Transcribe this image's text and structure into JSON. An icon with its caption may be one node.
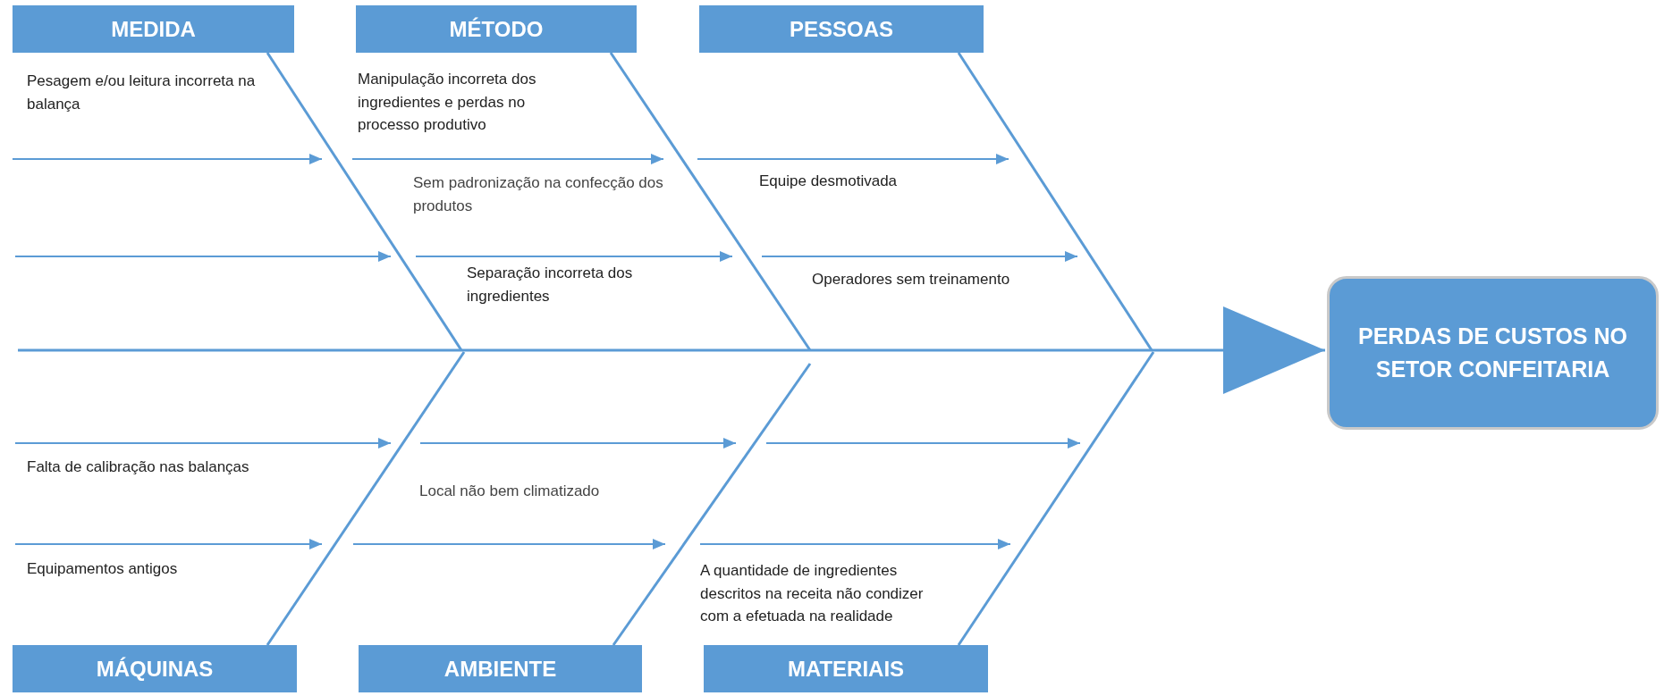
{
  "diagram": {
    "nodes": [
      {
        "text": [
          "MEDIDA"
        ]
      },
      {
        "text": [
          "MÉTODO"
        ]
      },
      {
        "text": [
          "PESSOAS"
        ]
      },
      {
        "text": [
          "MÁQUINAS"
        ]
      },
      {
        "text": [
          "AMBIENTE"
        ]
      },
      {
        "text": [
          "MATERIAIS"
        ]
      },
      {
        "text": [
          "PERDAS DE CUSTOS NO SETOR CONFEITARIA"
        ]
      }
    ],
    "edges": [
      {
        "from": 0,
        "to": null,
        "arrow": "none"
      },
      {
        "from": 1,
        "to": null,
        "arrow": "none"
      },
      {
        "from": 2,
        "to": null,
        "arrow": "none"
      },
      {
        "from": 3,
        "to": null,
        "arrow": "none"
      },
      {
        "from": 4,
        "to": null,
        "arrow": "none"
      },
      {
        "from": 5,
        "to": null,
        "arrow": "none"
      },
      {
        "from": null,
        "to": 6,
        "arrow": "to"
      }
    ],
    "labels": [
      "Pesagem e/ou leitura incorreta na balança",
      "Manipulação incorreta dos ingredientes e perdas no processo produtivo",
      "Sem padronização na confecção dos produtos",
      "Equipe desmotivada",
      "Separação incorreta dos ingredientes",
      "Operadores sem treinamento",
      "Falta de calibração nas balanças",
      "Local não bem climatizado",
      "Equipamentos antigos",
      "A quantidade de ingredientes descritos na receita não condizer com a efetuada na realidade"
    ]
  }
}
